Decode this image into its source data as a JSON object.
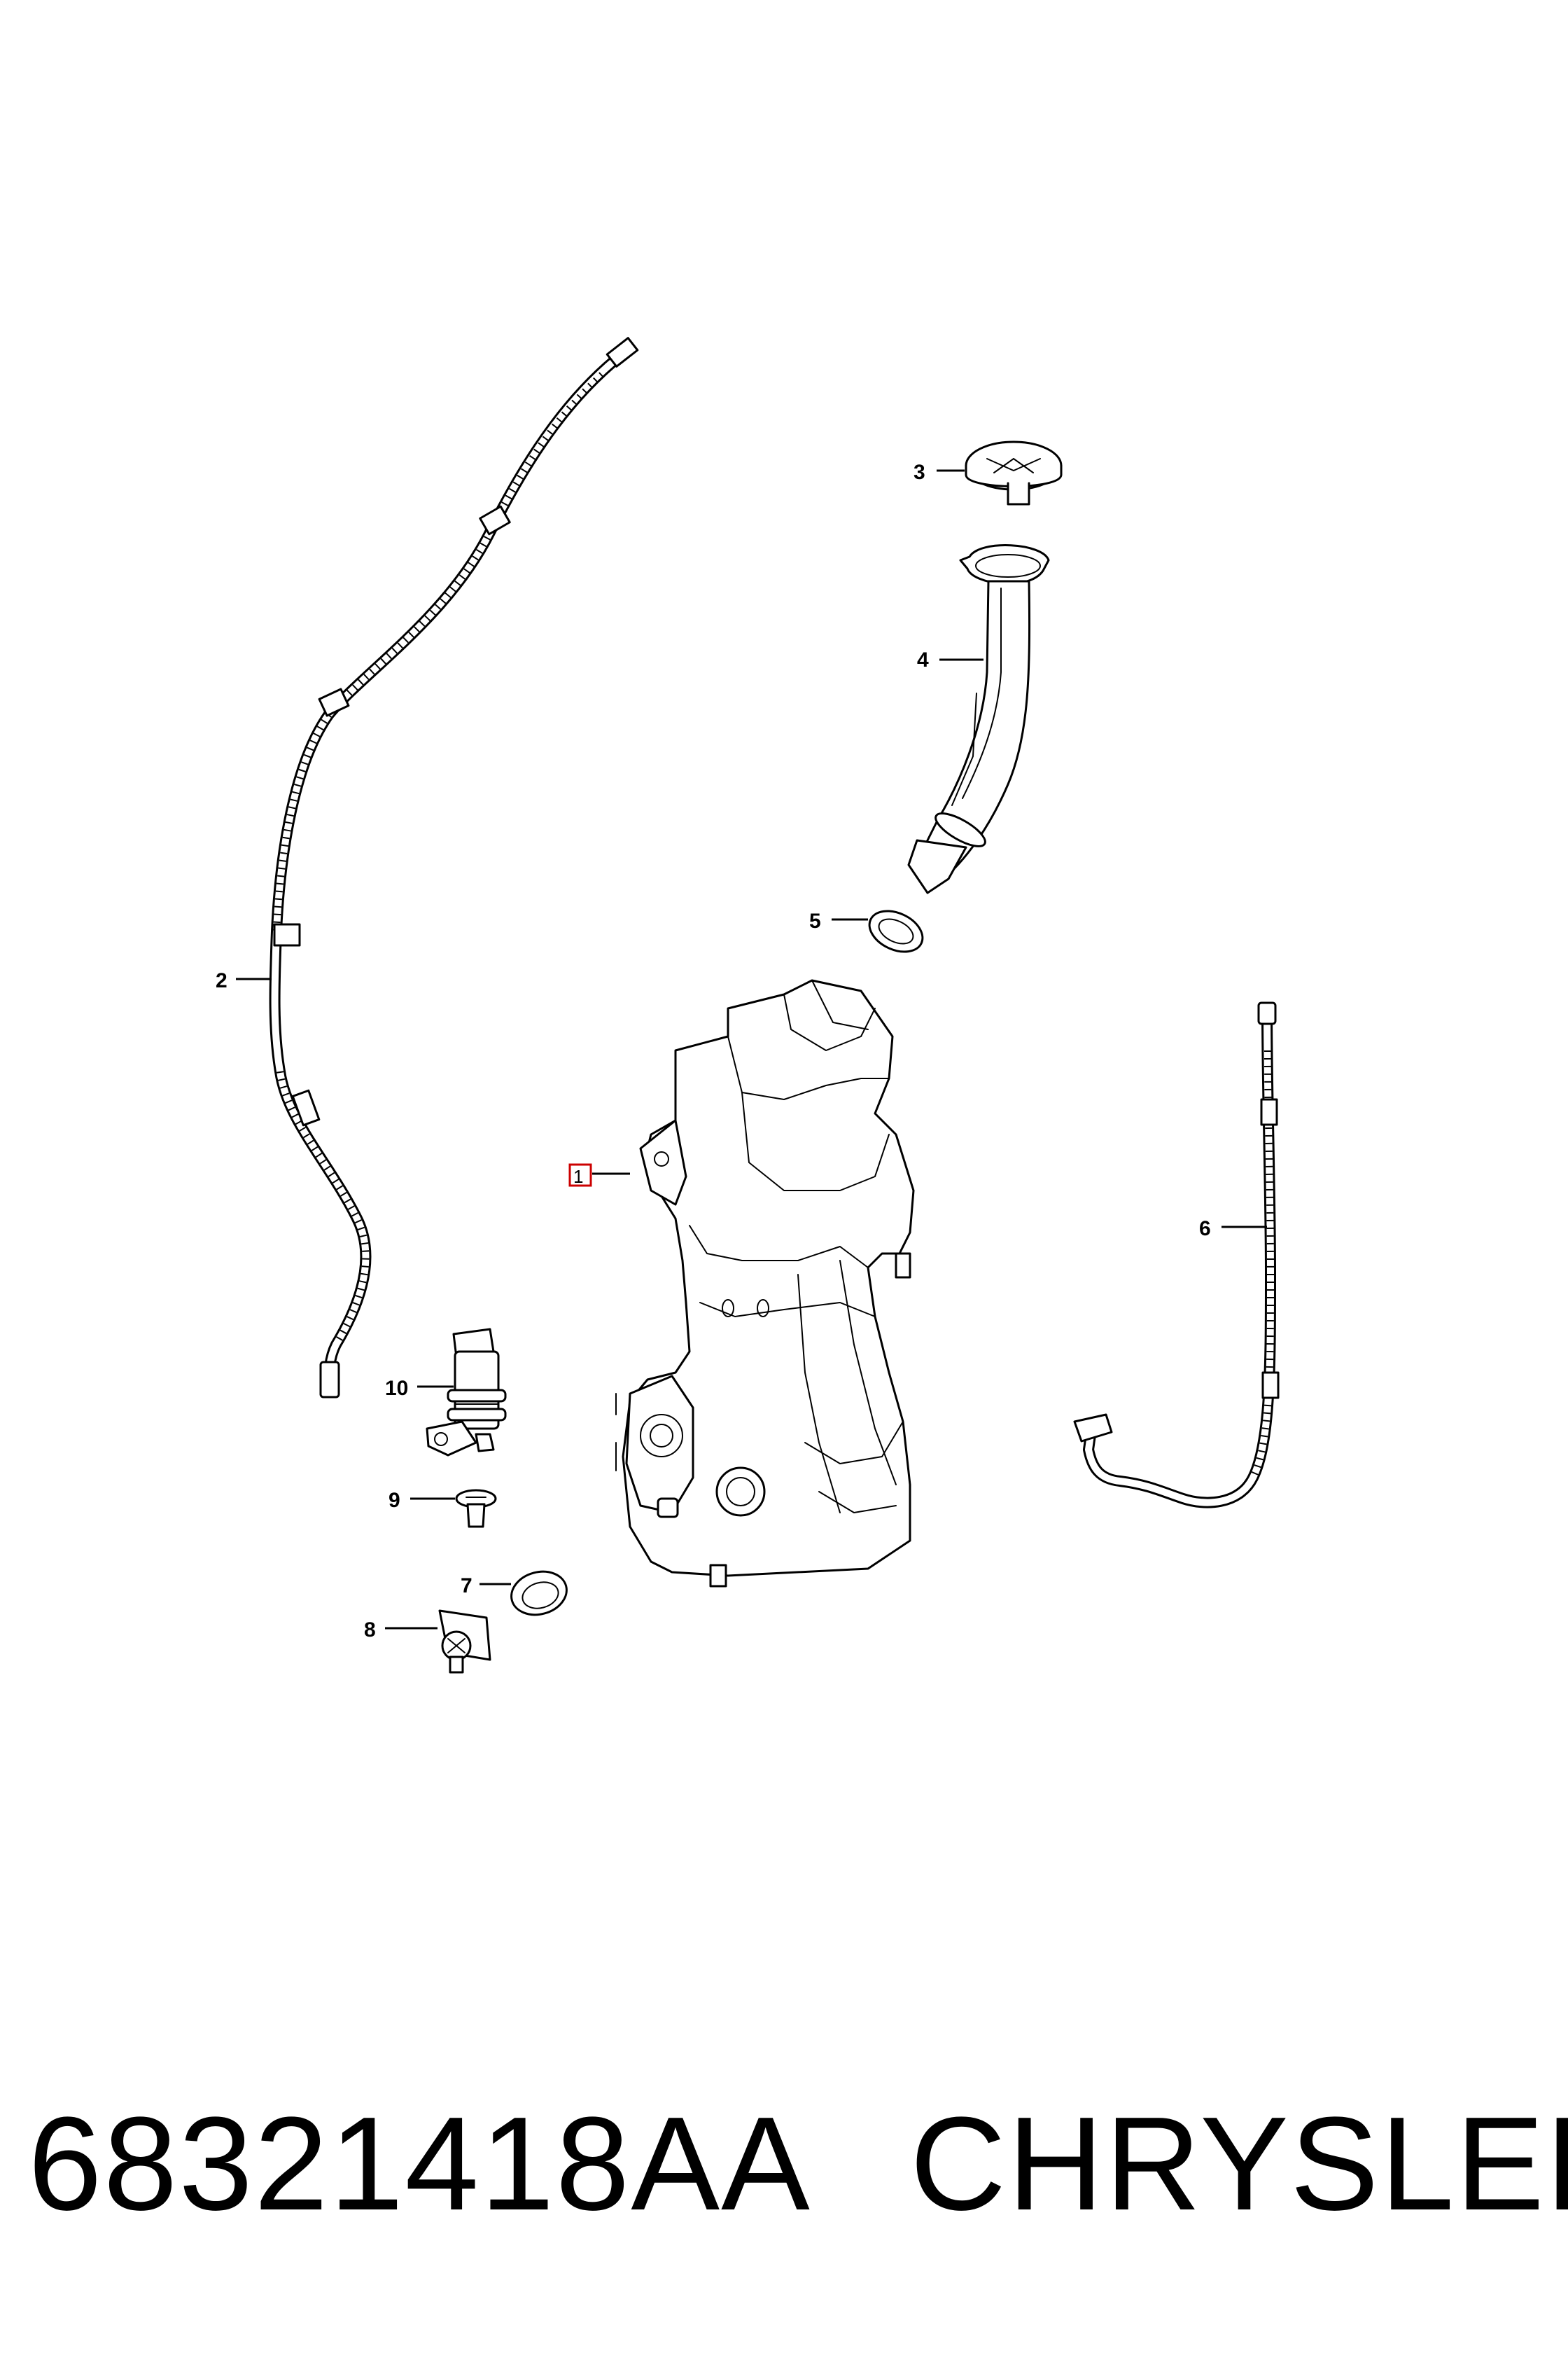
{
  "callouts": {
    "c1": "1",
    "c2": "2",
    "c3": "3",
    "c4": "4",
    "c5": "5",
    "c6": "6",
    "c7": "7",
    "c8": "8",
    "c9": "9",
    "c10": "10"
  },
  "highlight_color": "#cc0000",
  "caption": {
    "part_number": "68321418AA",
    "brand": "CHRYSLER"
  }
}
